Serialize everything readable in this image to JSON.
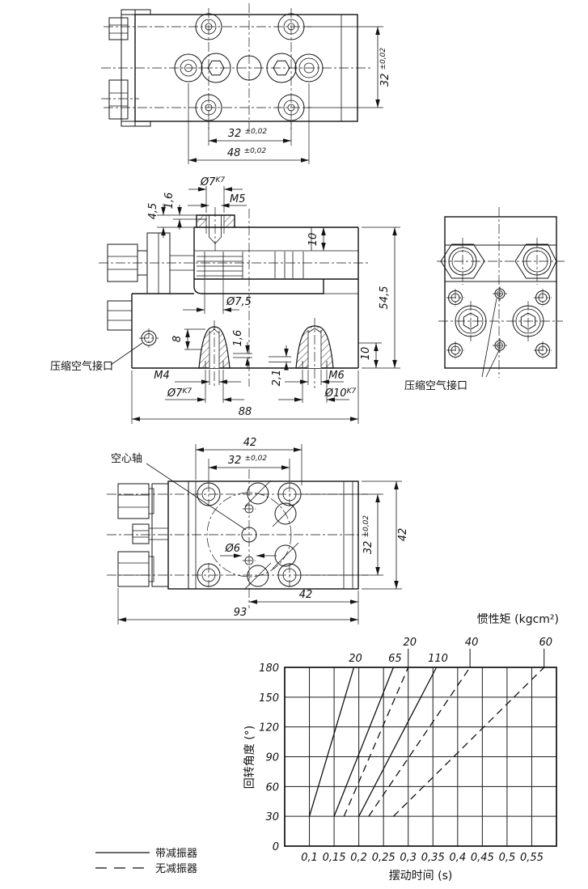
{
  "page": {
    "background": "#ffffff",
    "ink": "#141414"
  },
  "top_view": {
    "dim_rows": {
      "v": "32",
      "tol": "±0,02"
    },
    "dim_holes": {
      "v": "32",
      "tol": "±0,02"
    },
    "dim_outer": {
      "v": "48",
      "tol": "±0,02"
    }
  },
  "front_view": {
    "dim_bore_top": {
      "v": "Ø7",
      "fit": "K7"
    },
    "dim_thread_top": "M5",
    "dim_lip_top": "1,6",
    "dim_step_top": "4,5",
    "dim_plate_thickness": "10",
    "dim_height": "54,5",
    "dim_hollow_bore": "Ø7,5",
    "air_port_label": "压缩空气接口",
    "dim_nozzle_height": "8",
    "dim_lip_bottom": "1,6",
    "dim_lip_bottom2": "2,1",
    "dim_step_bottom": "10",
    "dim_thread_m4": "M4",
    "dim_thread_m6": "M6",
    "dim_bore_bottom1": {
      "v": "Ø7",
      "fit": "K7"
    },
    "dim_bore_bottom2": {
      "v": "Ø10",
      "fit": "K7"
    },
    "dim_width": "88"
  },
  "side_view": {
    "air_port_label": "压缩空气接口"
  },
  "bottom_view": {
    "shaft_label": "空心轴",
    "dim_width_top": "42",
    "dim_holes_top": {
      "v": "32",
      "tol": "±0,02"
    },
    "dim_bore": "Ø6",
    "dim_holes_right": {
      "v": "32",
      "tol": "±0,02"
    },
    "dim_height_right": "42",
    "dim_width_bottom": "42",
    "dim_total_width": "93"
  },
  "chart_data": {
    "type": "line",
    "title": "惯性矩 (kgcm²)",
    "xlabel": "摆动时间 (s)",
    "ylabel": "回转角度 (°)",
    "xlim": [
      0.05,
      0.6
    ],
    "ylim": [
      0,
      180
    ],
    "x_grid_step": 0.05,
    "y_grid_step": 30,
    "x_tick_values": [
      0.1,
      0.15,
      0.2,
      0.25,
      0.3,
      0.35,
      0.4,
      0.45,
      0.5,
      0.55
    ],
    "x_tick_labels": [
      "0,1",
      "0,15",
      "0,2",
      "0,25",
      "0,3",
      "0,35",
      "0,4",
      "0,45",
      "0,5",
      "0,55"
    ],
    "y_tick_values": [
      0,
      30,
      60,
      90,
      120,
      150,
      180
    ],
    "grid": true,
    "legend_position": "bottom-left",
    "series": [
      {
        "name": "20",
        "line": "solid",
        "group": "带减振器",
        "points": [
          [
            0.1,
            30
          ],
          [
            0.19,
            180
          ]
        ]
      },
      {
        "name": "65",
        "line": "solid",
        "group": "带减振器",
        "points": [
          [
            0.15,
            30
          ],
          [
            0.27,
            180
          ]
        ]
      },
      {
        "name": "110",
        "line": "solid",
        "group": "带减振器",
        "points": [
          [
            0.2,
            30
          ],
          [
            0.357,
            180
          ]
        ]
      },
      {
        "name": "20",
        "line": "dashed",
        "group": "无减振器",
        "points": [
          [
            0.17,
            30
          ],
          [
            0.3,
            180
          ]
        ]
      },
      {
        "name": "40",
        "line": "dashed",
        "group": "无减振器",
        "points": [
          [
            0.22,
            30
          ],
          [
            0.425,
            180
          ]
        ]
      },
      {
        "name": "60",
        "line": "dashed",
        "group": "无减振器",
        "points": [
          [
            0.27,
            30
          ],
          [
            0.575,
            180
          ]
        ]
      }
    ],
    "legend": [
      {
        "line": "solid",
        "label": "带减振器"
      },
      {
        "line": "dashed",
        "label": "无减振器"
      }
    ]
  }
}
